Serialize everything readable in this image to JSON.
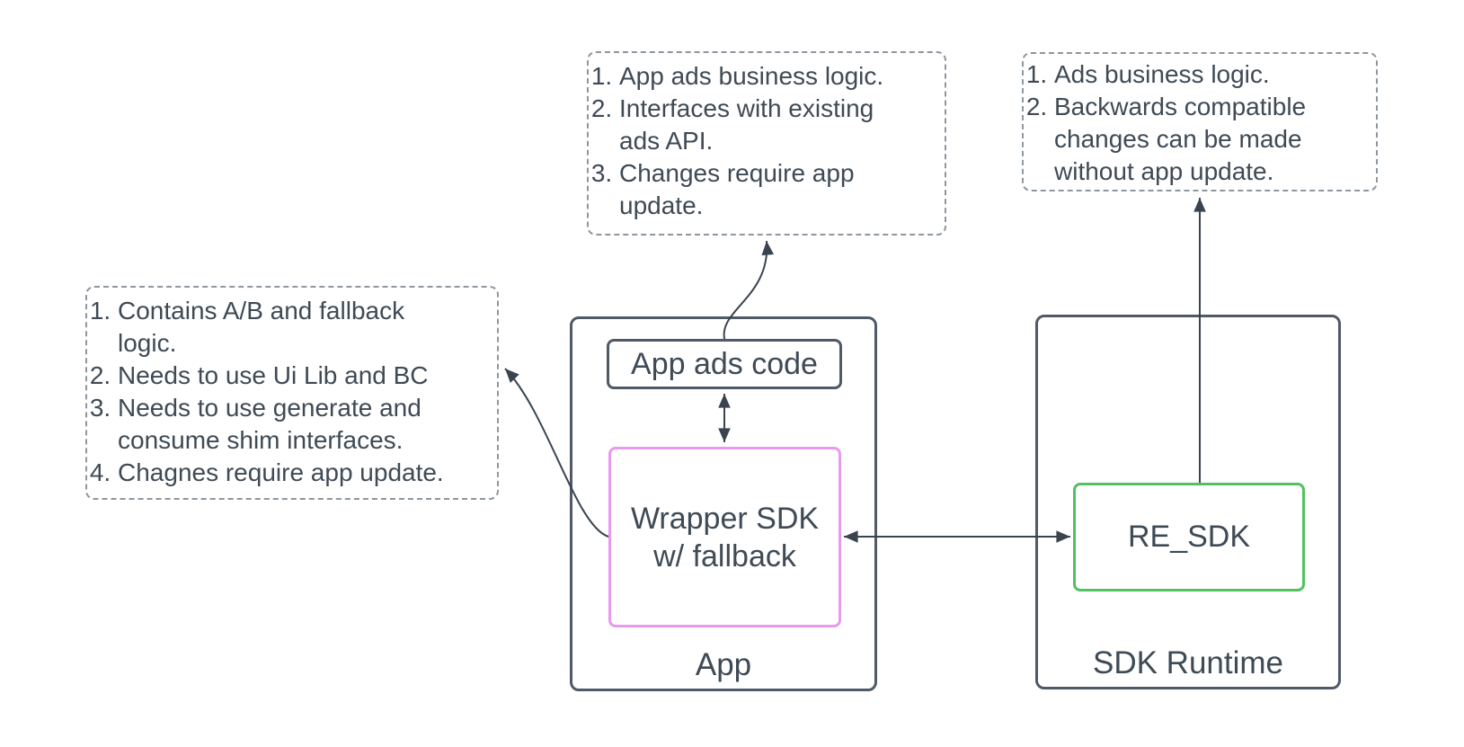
{
  "diagram": {
    "containers": {
      "app": {
        "label": "App"
      },
      "sdk_runtime": {
        "label": "SDK Runtime"
      }
    },
    "nodes": {
      "app_ads_code": {
        "label": "App ads code"
      },
      "wrapper_sdk": {
        "label": "Wrapper SDK\nw/ fallback"
      },
      "re_sdk": {
        "label": "RE_SDK"
      }
    },
    "notes": {
      "app_ads_code_note": {
        "items": [
          "App ads business logic.",
          "Interfaces with existing ads API.",
          "Changes require app update."
        ]
      },
      "re_sdk_note": {
        "items": [
          "Ads business logic.",
          "Backwards compatible changes can be made without app update."
        ]
      },
      "wrapper_sdk_note": {
        "items": [
          "Contains A/B and fallback logic.",
          "Needs to use Ui Lib and BC",
          "Needs to use generate and consume shim interfaces.",
          "Chagnes require app update."
        ]
      }
    },
    "connectors": [
      {
        "from": "app_ads_code",
        "to": "wrapper_sdk",
        "style": "double-arrow"
      },
      {
        "from": "wrapper_sdk",
        "to": "re_sdk",
        "style": "double-arrow"
      },
      {
        "from": "re_sdk",
        "to": "re_sdk_note",
        "style": "arrow"
      },
      {
        "from": "app_ads_code",
        "to": "app_ads_code_note",
        "style": "curved-arrow"
      },
      {
        "from": "wrapper_sdk",
        "to": "wrapper_sdk_note",
        "style": "curved-arrow"
      }
    ],
    "colors": {
      "text": "#3e4a55",
      "shape_border": "#4f5a67",
      "note_border": "#8e979f",
      "wrapper_sdk_border": "#e79af0",
      "re_sdk_border": "#52c161",
      "connector": "#3a444f",
      "background": "#ffffff"
    }
  }
}
